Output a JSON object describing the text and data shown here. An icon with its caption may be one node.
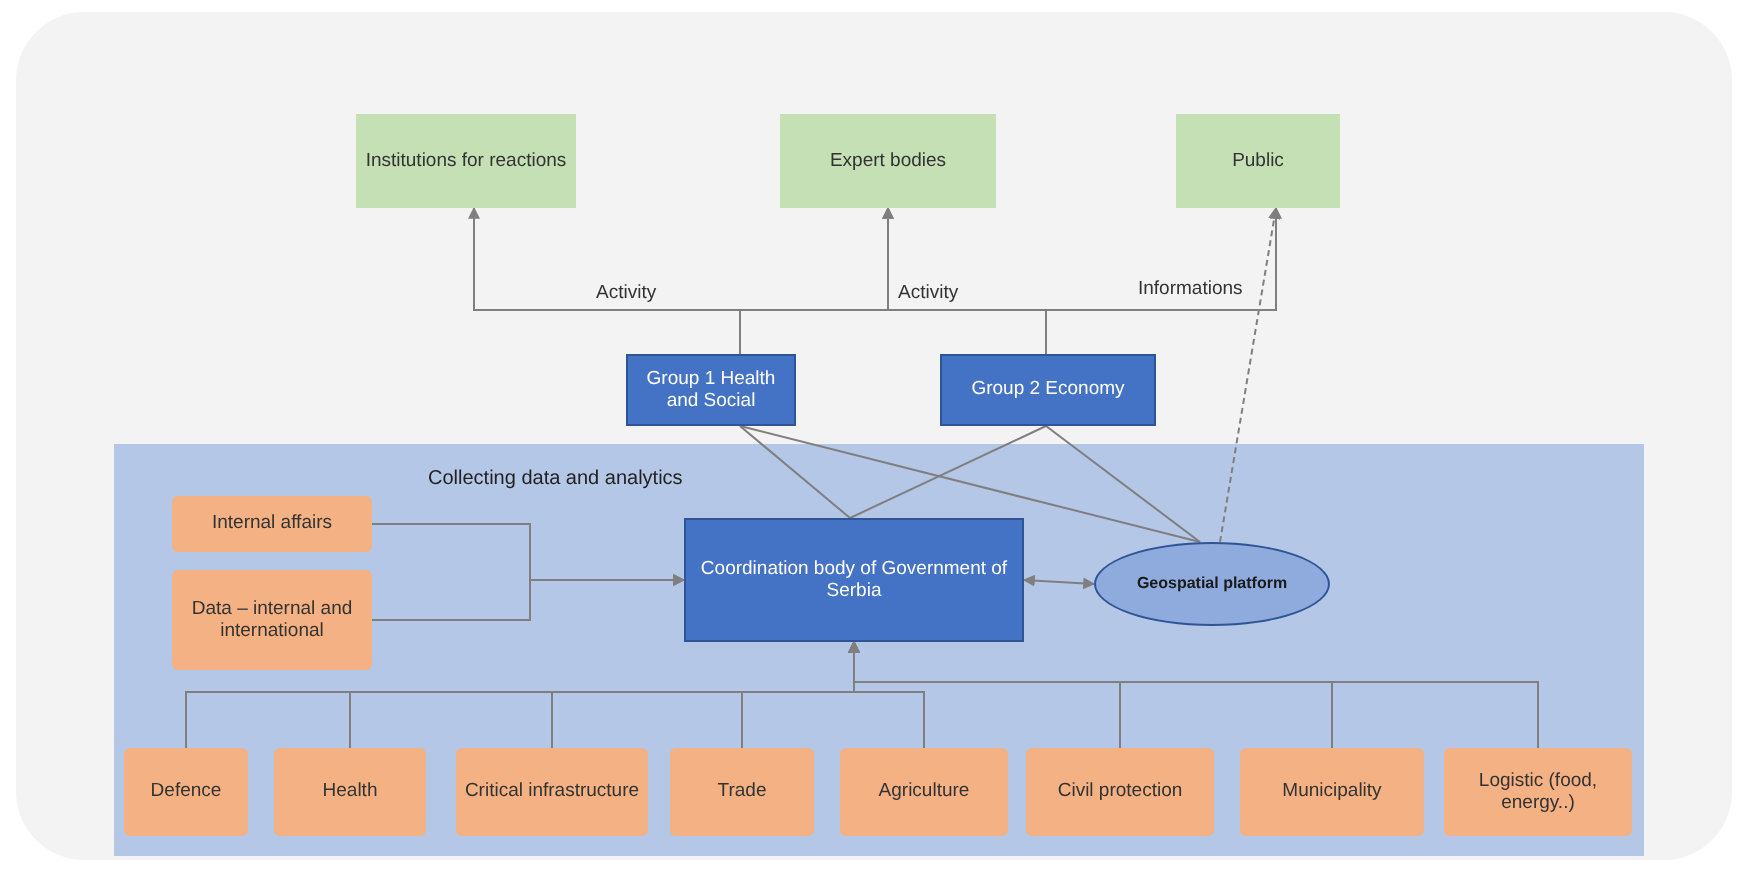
{
  "diagram": {
    "nodes": [
      {
        "text": [
          "Institutions for reactions"
        ]
      },
      {
        "text": [
          "Expert bodies"
        ]
      },
      {
        "text": [
          "Public"
        ]
      },
      {
        "text": [
          "Group 1 Health and Social"
        ]
      },
      {
        "text": [
          "Group 2 Economy"
        ]
      },
      {
        "text": [
          "Collecting data and analytics"
        ]
      },
      {
        "text": [
          "Internal affairs"
        ],
        "in": 5
      },
      {
        "text": [
          "Data – internal and international"
        ],
        "in": 5
      },
      {
        "text": [
          "Coordination body of Government of Serbia"
        ],
        "in": 5
      },
      {
        "text": [
          "Geospatial platform"
        ],
        "in": 5
      },
      {
        "text": [
          "Defence"
        ],
        "in": 5
      },
      {
        "text": [
          "Health"
        ],
        "in": 5
      },
      {
        "text": [
          "Critical infrastructure"
        ],
        "in": 5
      },
      {
        "text": [
          "Trade"
        ],
        "in": 5
      },
      {
        "text": [
          "Agriculture"
        ],
        "in": 5
      },
      {
        "text": [
          "Civil protection"
        ],
        "in": 5
      },
      {
        "text": [
          "Municipality"
        ],
        "in": 5
      },
      {
        "text": [
          "Logistic (food, energy..)"
        ],
        "in": 5
      }
    ],
    "edges": [
      {
        "from": 3,
        "to": 0,
        "arrow": "to",
        "label": "Activity"
      },
      {
        "from": 3,
        "to": 1,
        "arrow": "to"
      },
      {
        "from": 4,
        "to": 1,
        "arrow": "to",
        "label": "Activity"
      },
      {
        "from": 4,
        "to": 2,
        "arrow": "to",
        "label": "Informations"
      },
      {
        "from": 9,
        "to": 2,
        "arrow": "to",
        "style": "dashed"
      },
      {
        "from": 3,
        "to": 8,
        "arrow": "none"
      },
      {
        "from": 4,
        "to": 8,
        "arrow": "none"
      },
      {
        "from": 3,
        "to": 9,
        "arrow": "none"
      },
      {
        "from": 4,
        "to": 9,
        "arrow": "none"
      },
      {
        "from": 6,
        "to": 8,
        "arrow": "to"
      },
      {
        "from": 7,
        "to": 8,
        "arrow": "to"
      },
      {
        "from": 8,
        "to": 9,
        "arrow": "both"
      },
      {
        "from": 10,
        "to": 8,
        "arrow": "to"
      },
      {
        "from": 11,
        "to": 8,
        "arrow": "to"
      },
      {
        "from": 12,
        "to": 8,
        "arrow": "to"
      },
      {
        "from": 13,
        "to": 8,
        "arrow": "to"
      },
      {
        "from": 14,
        "to": 8,
        "arrow": "to"
      },
      {
        "from": 15,
        "to": 8,
        "arrow": "to"
      },
      {
        "from": 16,
        "to": 8,
        "arrow": "to"
      },
      {
        "from": 17,
        "to": 8,
        "arrow": "to"
      }
    ]
  }
}
